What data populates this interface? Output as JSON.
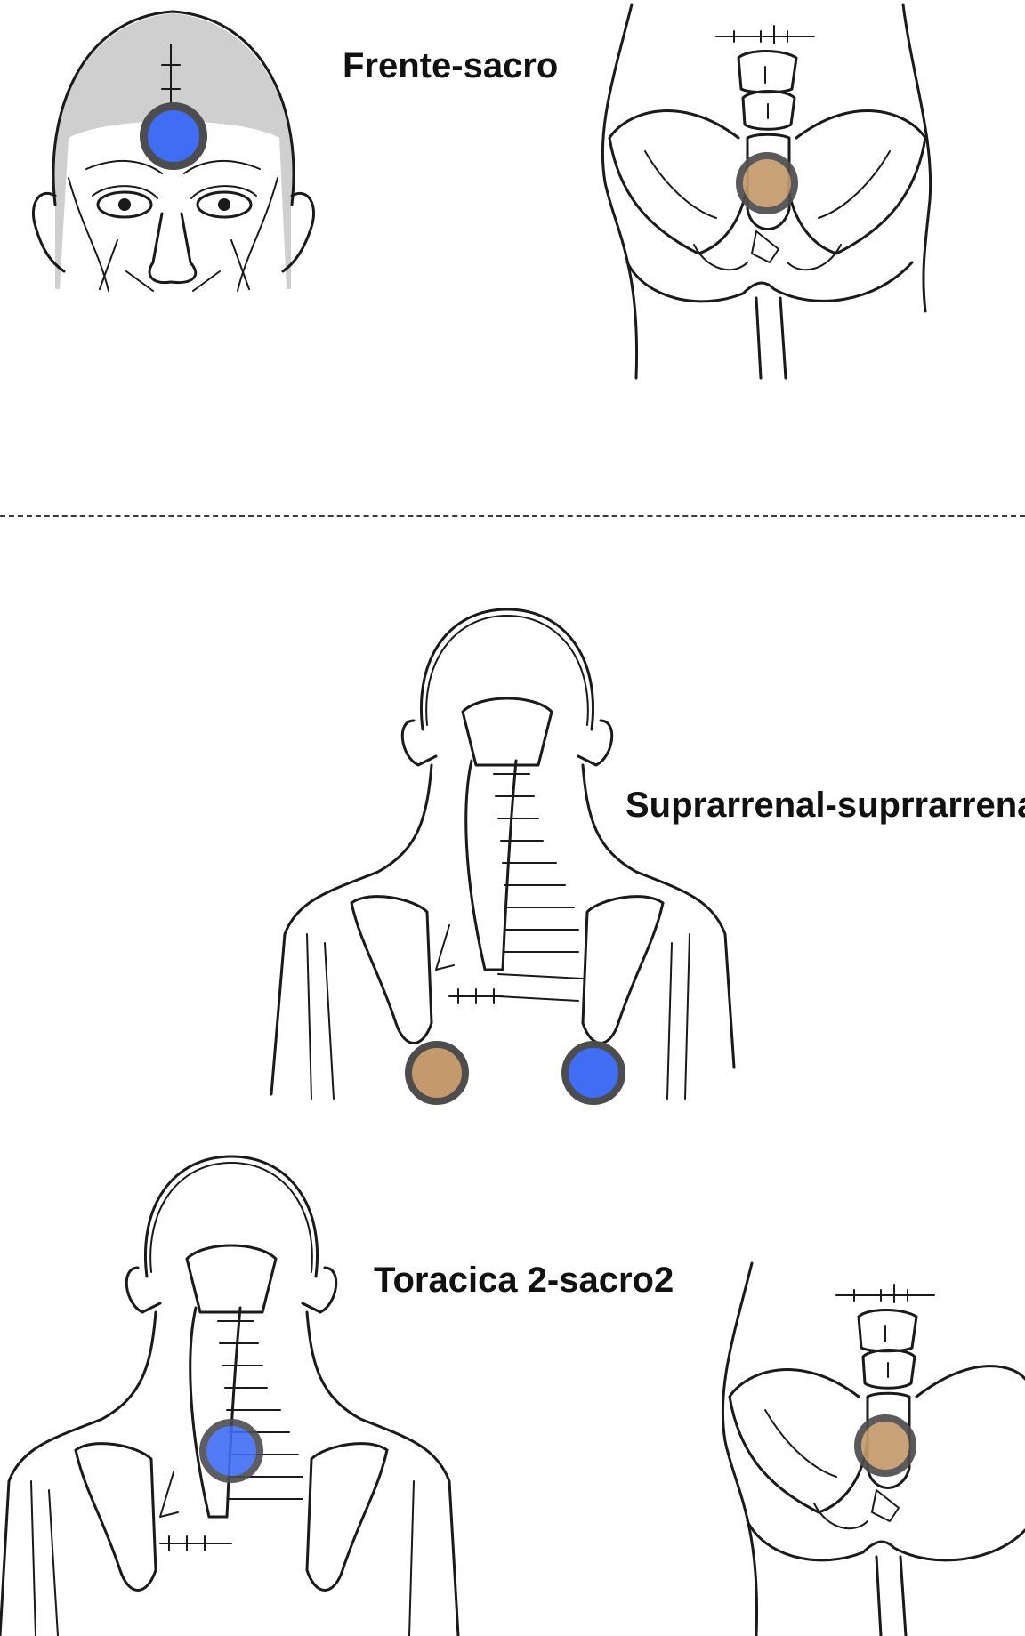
{
  "labels": {
    "frente_sacro": "Frente-sacro",
    "suprarrenal": "Suprarrenal-suprrarrenal",
    "toracica_sacro": "Toracica 2-sacro2"
  },
  "colors": {
    "blue_point": "#3f6ef5",
    "tan_point": "#c49a6c",
    "ring": "#4d4d4d"
  },
  "icons": [
    "face-illustration",
    "pelvis-illustration",
    "upper-back-illustration"
  ]
}
